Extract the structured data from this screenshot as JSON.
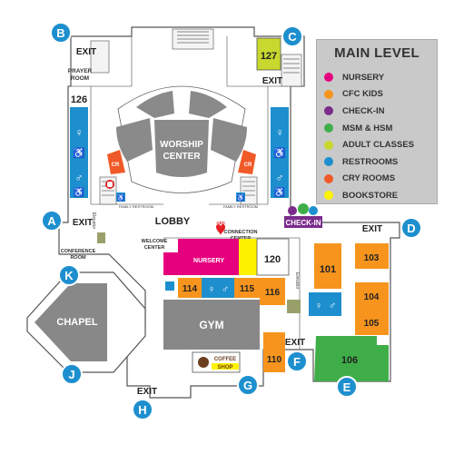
{
  "legend": {
    "title": "MAIN LEVEL",
    "items": [
      {
        "label": "NURSERY",
        "color": "#e6007e"
      },
      {
        "label": "CFC KIDS",
        "color": "#f7941d"
      },
      {
        "label": "CHECK-IN",
        "color": "#7b2c8b"
      },
      {
        "label": "MSM & HSM",
        "color": "#3fae49"
      },
      {
        "label": "ADULT CLASSES",
        "color": "#c8d82e"
      },
      {
        "label": "RESTROOMS",
        "color": "#1e8fce"
      },
      {
        "label": "CRY ROOMS",
        "color": "#f05a28"
      },
      {
        "label": "BOOKSTORE",
        "color": "#fff200"
      }
    ]
  },
  "markers": {
    "A": "A",
    "B": "B",
    "C": "C",
    "D": "D",
    "E": "E",
    "F": "F",
    "G": "G",
    "H": "H",
    "J": "J",
    "K": "K"
  },
  "labels": {
    "exit": "EXIT",
    "prayer_room": "PRAYER ROOM",
    "worship_center": "WORSHIP CENTER",
    "lobby": "LOBBY",
    "welcome_center": "WELCOME CENTER",
    "aed": "AED",
    "connection_center": "CONNECTION CENTER",
    "nursery": "NURSERY",
    "gym": "GYM",
    "chapel": "CHAPEL",
    "conference_room": "CONFERENCE ROOM",
    "coffee_shop": "COFFEE SHOP",
    "check_in": "CHECK-IN",
    "elevator": "Elevator",
    "family_restroom": "FAMILY RESTROOM",
    "cry_room": "CR"
  },
  "rooms": {
    "r101": "101",
    "r103": "103",
    "r104": "104",
    "r105": "105",
    "r106": "106",
    "r110": "110",
    "r114": "114",
    "r115": "115",
    "r116": "116",
    "r120": "120",
    "r126": "126",
    "r127": "127"
  },
  "colors": {
    "marker": "#1e8fce",
    "nursery": "#e6007e",
    "kids": "#f7941d",
    "students": "#3fae49",
    "adult": "#c8d82e",
    "restroom": "#1e8fce",
    "cry": "#f05a28",
    "bookstore": "#fff200",
    "checkin": "#7b2c8b",
    "gym": "#888888",
    "worship": "#8a8a8a"
  }
}
